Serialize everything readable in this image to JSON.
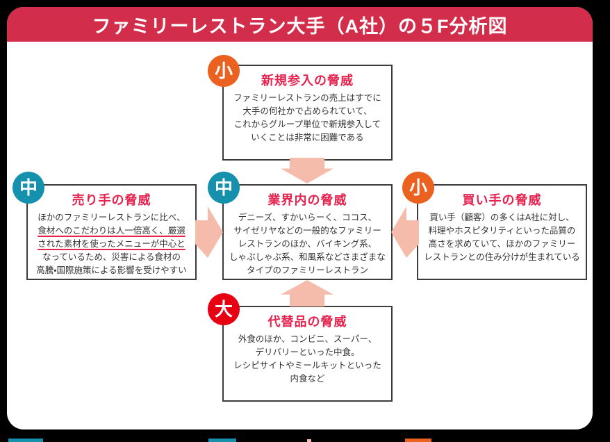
{
  "title": "ファミリーレストラン大手（A社）の５F分析図",
  "colors": {
    "background": "#000000",
    "card": "#ffffff",
    "title_band": "#d22d4b",
    "heading_red": "#e5234e",
    "badge_small_orange": "#eb611f",
    "badge_medium_teal": "#1590ad",
    "badge_large_red": "#e60012",
    "arrow_pink": "#f5bcac",
    "box_border": "#3c3c3c",
    "body_text": "#333333"
  },
  "forces": [
    {
      "key": "new-entrants",
      "badge": "小",
      "badge_level": "small",
      "title": "新規参入の脅威",
      "lines": [
        {
          "text": "ファミリーレストランの売上はすでに"
        },
        {
          "text": "大手の何社かで占められていて、"
        },
        {
          "text": "これからグループ単位で新規参入して"
        },
        {
          "text": "いくことは非常に困難である"
        }
      ]
    },
    {
      "key": "suppliers",
      "badge": "中",
      "badge_level": "medium",
      "title": "売り手の脅威",
      "lines": [
        {
          "text": "ほかのファミリーレストランに比べ、"
        },
        {
          "text": "食材へのこだわりは人一倍高く、厳選",
          "underline": true
        },
        {
          "text": "された素材を使ったメニューが中心と",
          "underline": true
        },
        {
          "text": "なっているため、災害による食材の"
        },
        {
          "text": "高騰・国際施策による影響を受けやすい"
        }
      ]
    },
    {
      "key": "industry",
      "badge": "中",
      "badge_level": "medium",
      "title": "業界内の脅威",
      "lines": [
        {
          "text": "デニーズ、すかいらーく、ココス、"
        },
        {
          "text": "サイゼリヤなどの一般的なファミリー"
        },
        {
          "text": "レストランのほか、バイキング系、"
        },
        {
          "text": "しゃぶしゃぶ系、和風系などさまざまな"
        },
        {
          "text": "タイプのファミリーレストラン"
        }
      ]
    },
    {
      "key": "buyers",
      "badge": "小",
      "badge_level": "small",
      "title": "買い手の脅威",
      "lines": [
        {
          "text": "買い手（顧客）の多くはA社に対し、"
        },
        {
          "text": "料理やホスピタリティといった品質の"
        },
        {
          "text": "高さを求めていて、ほかのファミリー"
        },
        {
          "text": "レストランとの住み分けが生まれている"
        }
      ]
    },
    {
      "key": "substitutes",
      "badge": "大",
      "badge_level": "large",
      "title": "代替品の脅威",
      "lines": [
        {
          "text": "外食のほか、コンビニ、スーパー、"
        },
        {
          "text": "デリバリーといった中食。"
        },
        {
          "text": "レシピサイトやミールキットといった"
        },
        {
          "text": "内食など"
        }
      ]
    }
  ]
}
